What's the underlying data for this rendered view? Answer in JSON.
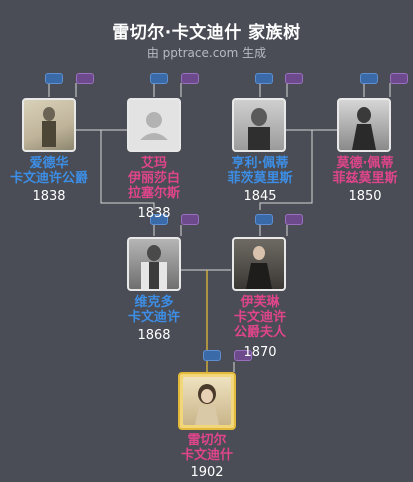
{
  "header": {
    "title": "雷切尔·卡文迪什 家族树",
    "subtitle": "由 pptrace.com 生成"
  },
  "persons": [
    {
      "id": "edward",
      "name_lines": [
        "爱德华",
        "卡文迪许公爵"
      ],
      "year": "1838",
      "gender": "male",
      "photo": "portrait-photo"
    },
    {
      "id": "emma",
      "name_lines": [
        "艾玛",
        "伊丽莎白",
        "拉塞尔斯"
      ],
      "year": "1838",
      "gender": "female",
      "photo": "placeholder-avatar"
    },
    {
      "id": "henry",
      "name_lines": [
        "亨利·佩蒂",
        "菲茨莫里斯"
      ],
      "year": "1845",
      "gender": "male",
      "photo": "portrait-photo"
    },
    {
      "id": "maud",
      "name_lines": [
        "莫德·佩蒂",
        "菲兹莫里斯"
      ],
      "year": "1850",
      "gender": "female",
      "photo": "portrait-photo"
    },
    {
      "id": "victor",
      "name_lines": [
        "维克多",
        "卡文迪许"
      ],
      "year": "1868",
      "gender": "male",
      "photo": "portrait-photo"
    },
    {
      "id": "evelyn",
      "name_lines": [
        "伊芙琳",
        "卡文迪许",
        "公爵夫人"
      ],
      "year": "1870",
      "gender": "female",
      "photo": "portrait-photo"
    },
    {
      "id": "rachel",
      "name_lines": [
        "雷切尔",
        "卡文迪什"
      ],
      "year": "1902",
      "gender": "female",
      "photo": "portrait-photo",
      "focus": true
    }
  ],
  "colors": {
    "background": "#4a4d55",
    "male_name": "#3d8ee6",
    "female_name": "#e0458c",
    "focus_line": "#e2b93b",
    "connector": "#d8d8d8"
  }
}
